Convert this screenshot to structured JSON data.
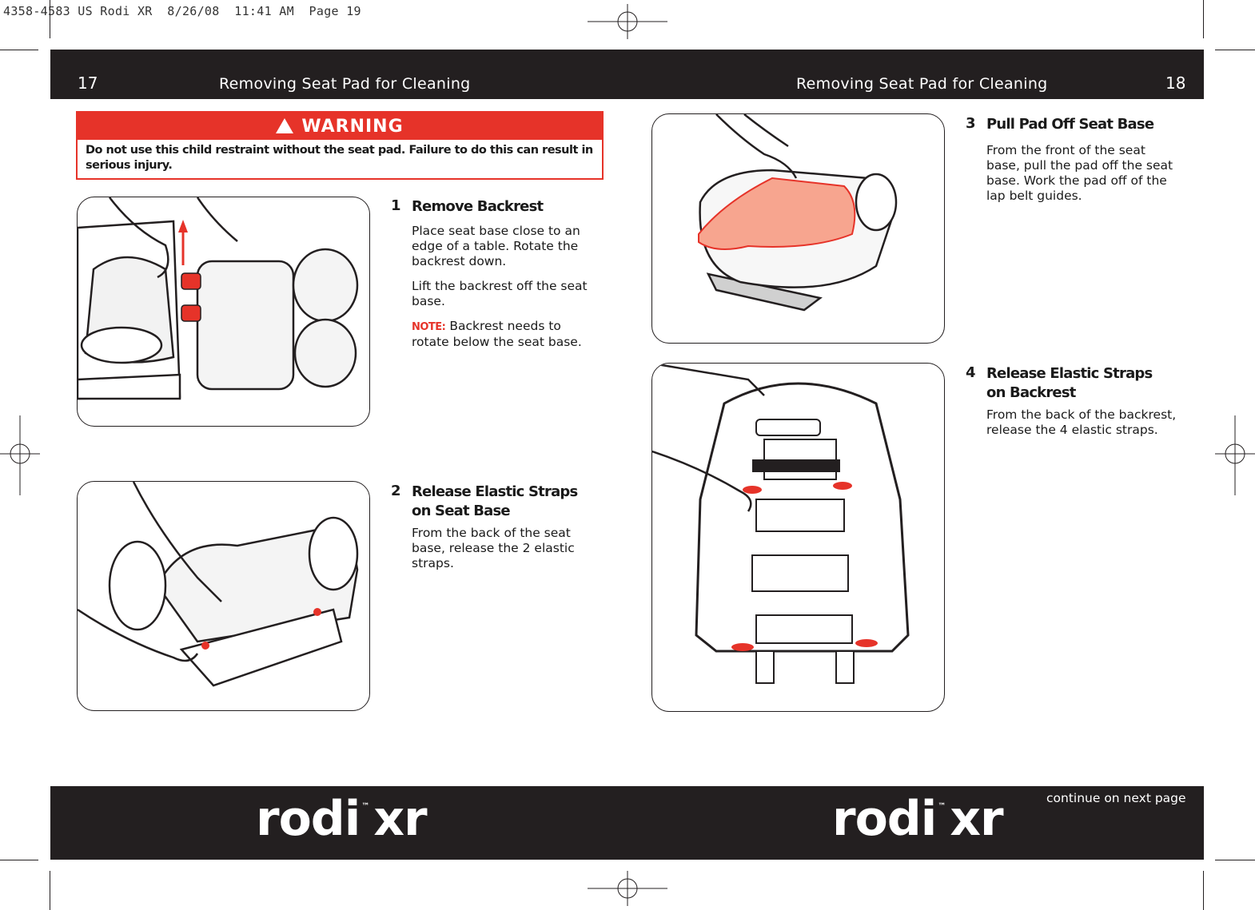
{
  "slug": "4358-4583 US Rodi XR  8/26/08  11:41 AM  Page 19",
  "left_page": {
    "number": "17",
    "title": "Removing Seat Pad for Cleaning",
    "warning": {
      "label": "WARNING",
      "text": "Do not use this child restraint without the seat pad.  Failure to do this can result in serious injury."
    },
    "steps": [
      {
        "num": "1",
        "title_lines": [
          "Remove Backrest"
        ],
        "paragraphs": [
          "Place seat base close to an edge of a table.  Rotate the backrest down.",
          "Lift the backrest off the seat base."
        ],
        "note_label": "NOTE:",
        "note_text": " Backrest needs to rotate below the seat base."
      },
      {
        "num": "2",
        "title_lines": [
          "Release Elastic Straps",
          "on Seat Base"
        ],
        "paragraphs": [
          "From the back of the seat base, release the 2 elastic straps."
        ]
      }
    ]
  },
  "right_page": {
    "number": "18",
    "title": "Removing Seat Pad for Cleaning",
    "steps": [
      {
        "num": "3",
        "title_lines": [
          "Pull Pad Off Seat Base"
        ],
        "paragraphs": [
          "From the front of the seat base, pull the pad off the seat base.  Work the pad off of the lap belt guides."
        ]
      },
      {
        "num": "4",
        "title_lines": [
          "Release Elastic Straps",
          "on Backrest"
        ],
        "paragraphs": [
          "From the back of the backrest, release the 4 elastic straps."
        ]
      }
    ],
    "continue_text": "continue on next page"
  },
  "brand": {
    "name_a": "rodi",
    "tm": "™",
    "name_b": "xr"
  },
  "colors": {
    "accent_red": "#e63329",
    "bar": "#231f20",
    "pad_pink": "#f7a58f"
  }
}
